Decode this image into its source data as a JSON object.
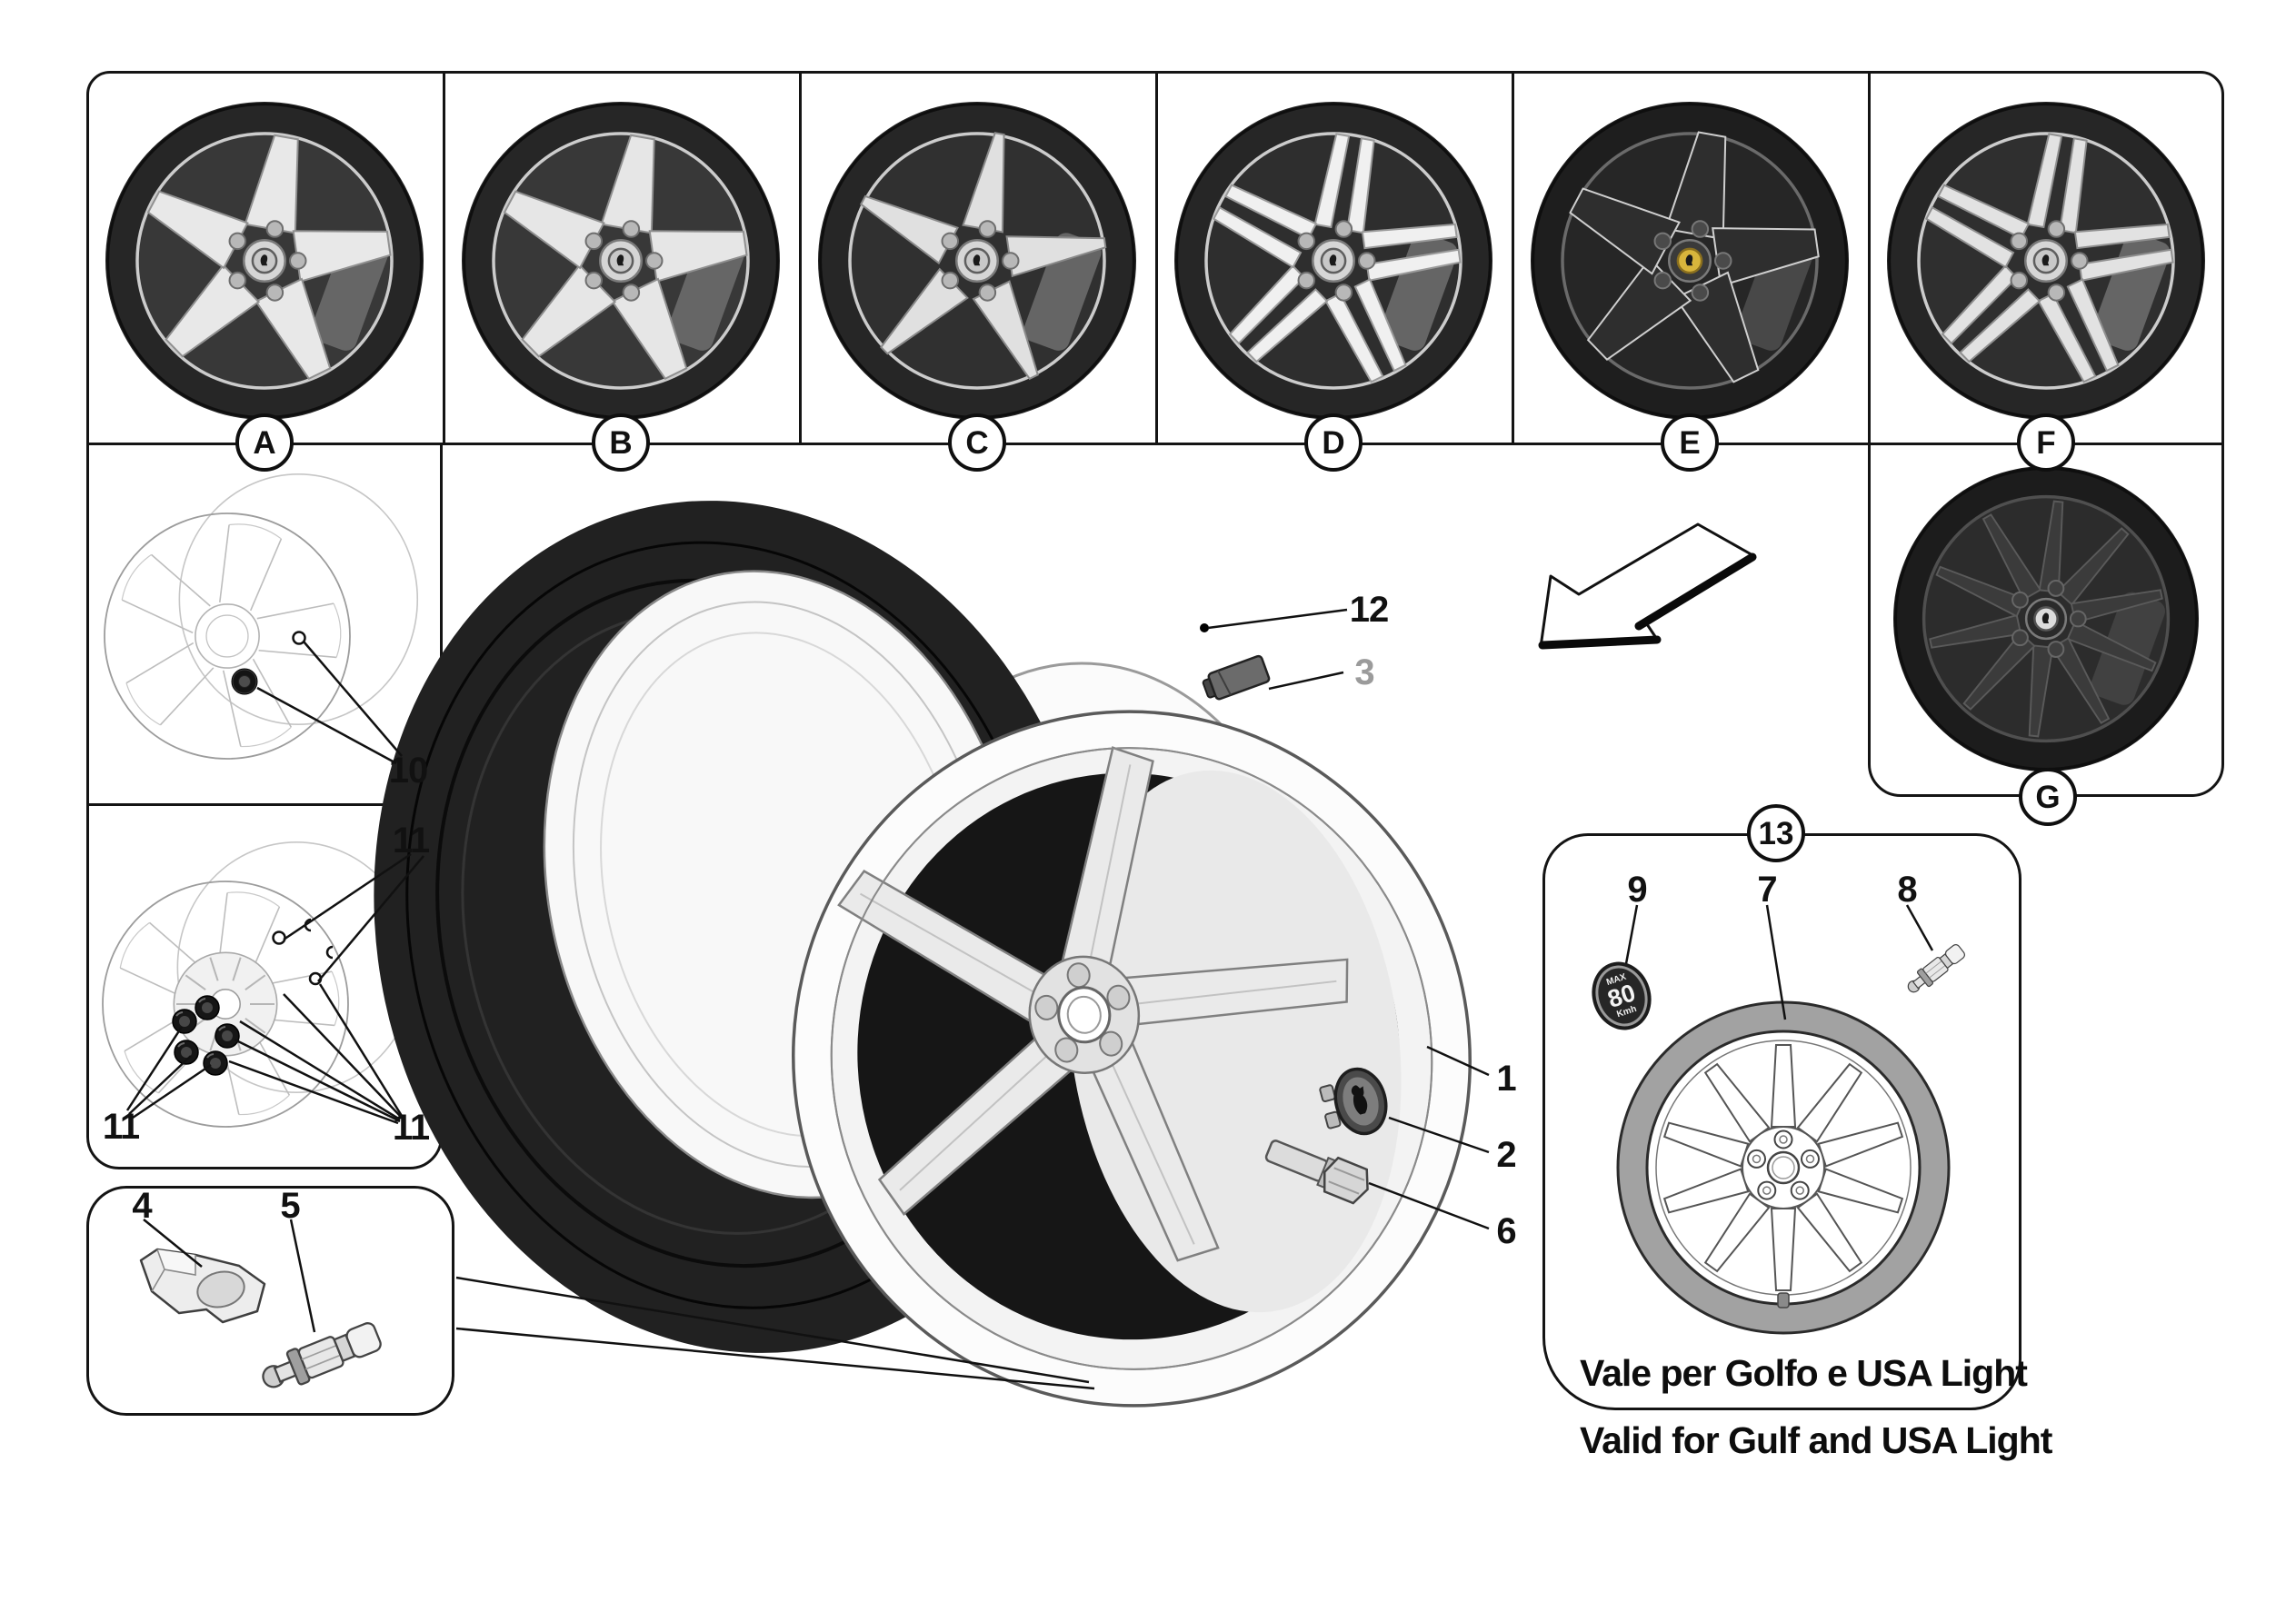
{
  "panels": {
    "wheel_variants": {
      "labels": [
        "A",
        "B",
        "C",
        "D",
        "E",
        "F"
      ]
    },
    "dark_wheel": {
      "label": "G"
    },
    "front_hub_nut": {
      "callout": "10"
    },
    "wheel_lug_nuts": {
      "callout": "11"
    },
    "tpms_kit": {
      "bracket_callout": "4",
      "sensor_callout": "5"
    },
    "spare_wheel_kit": {
      "label": "13",
      "badge_callout": "9",
      "rim_callout": "7",
      "valve_callout": "8",
      "badge": {
        "top": "MAX",
        "value": "80",
        "unit": "Kmh"
      },
      "note_line1": "Vale per Golfo e USA Light",
      "note_line2": "Valid for Gulf and USA Light"
    },
    "main_assembly": {
      "tyre_callout": "1",
      "centre_cap_callout": "2",
      "balance_weight_callout": "3",
      "wheel_bolt_callout": "6",
      "sensor_callout": "12"
    }
  },
  "colors": {
    "line": "#111111",
    "muted_callout": "#9b9b9b",
    "yellow_centre_cap": "#d8b53c"
  }
}
